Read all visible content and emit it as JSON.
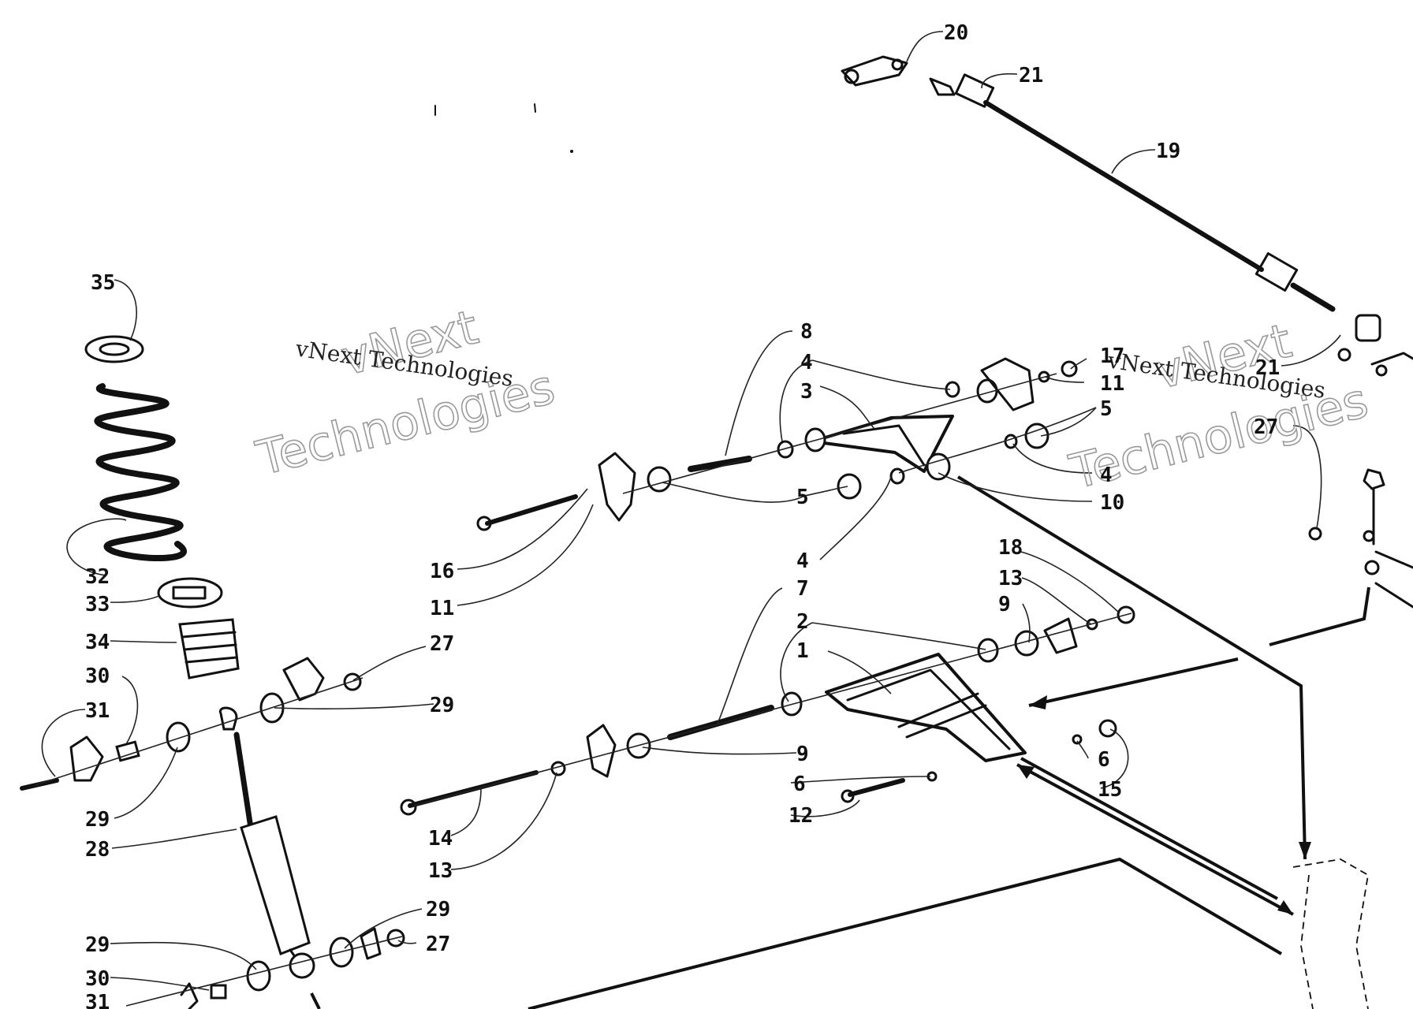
{
  "watermarks": [
    {
      "small": "vNext Technologies",
      "big_top": "vNext",
      "big_bottom": "Technologies"
    },
    {
      "small": "vNext Technologies",
      "big_top": "vNext",
      "big_bottom": "Technologies"
    }
  ],
  "callouts": [
    "20",
    "21",
    "19",
    "21",
    "27",
    "35",
    "8",
    "4",
    "3",
    "17",
    "11",
    "5",
    "4",
    "10",
    "5",
    "4",
    "32",
    "33",
    "34",
    "30",
    "31",
    "16",
    "11",
    "27",
    "29",
    "29",
    "28",
    "18",
    "13",
    "9",
    "7",
    "2",
    "1",
    "9",
    "6",
    "6",
    "15",
    "12",
    "14",
    "13",
    "29",
    "29",
    "27",
    "30",
    "31"
  ]
}
